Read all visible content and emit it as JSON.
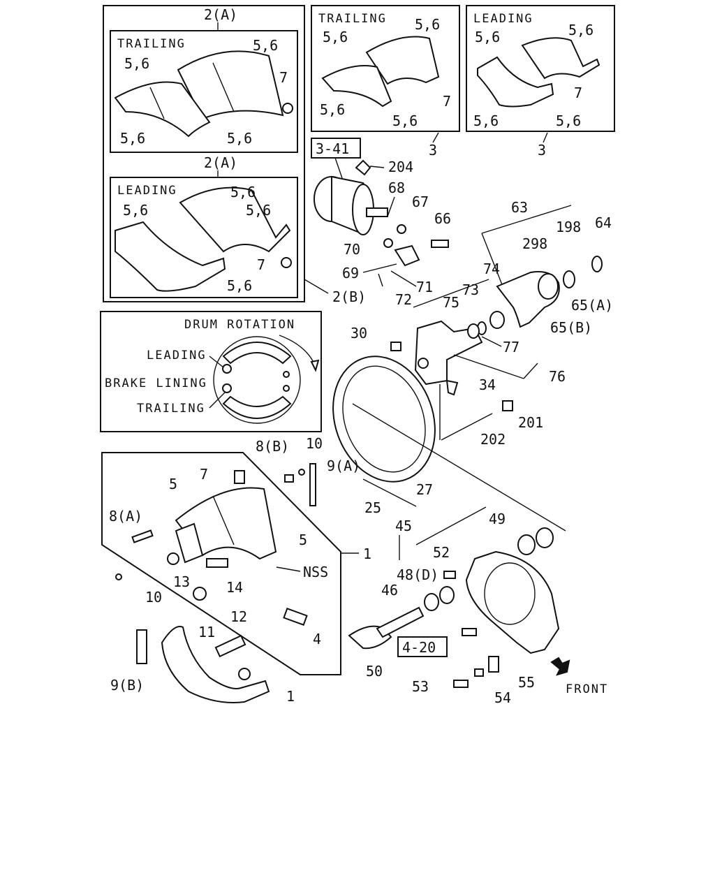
{
  "captions": {
    "trailing": "TRAILING",
    "leading": "LEADING",
    "drum_rotation": "DRUM ROTATION",
    "brake_lining": "BRAKE LINING",
    "front": "FRONT",
    "nss": "NSS"
  },
  "refs": {
    "r341": "3-41",
    "r420": "4-20"
  },
  "labels": {
    "n1": "1",
    "n2a": "2(A)",
    "n2b": "2(B)",
    "n3": "3",
    "n4": "4",
    "n5": "5",
    "n56": "5,6",
    "n7": "7",
    "n8a": "8(A)",
    "n8b": "8(B)",
    "n9a": "9(A)",
    "n9b": "9(B)",
    "n10": "10",
    "n11": "11",
    "n12": "12",
    "n13": "13",
    "n14": "14",
    "n25": "25",
    "n27": "27",
    "n30": "30",
    "n34": "34",
    "n45": "45",
    "n46": "46",
    "n48d": "48(D)",
    "n49": "49",
    "n50": "50",
    "n52": "52",
    "n53": "53",
    "n54": "54",
    "n55": "55",
    "n63": "63",
    "n64": "64",
    "n65a": "65(A)",
    "n65b": "65(B)",
    "n66": "66",
    "n67": "67",
    "n68": "68",
    "n69": "69",
    "n70": "70",
    "n71": "71",
    "n72": "72",
    "n73": "73",
    "n74": "74",
    "n75": "75",
    "n76": "76",
    "n77": "77",
    "n198": "198",
    "n201": "201",
    "n202": "202",
    "n204": "204",
    "n298": "298"
  }
}
